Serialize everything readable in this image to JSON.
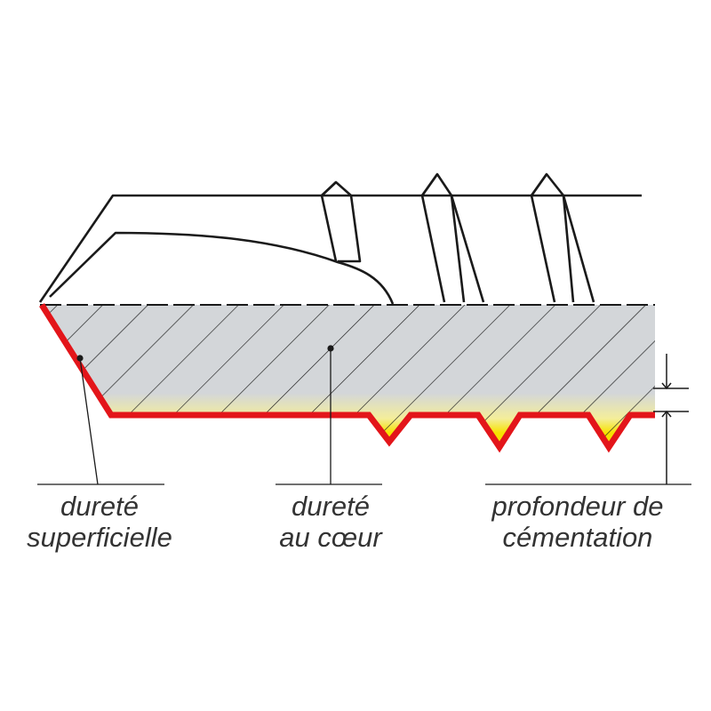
{
  "labels": {
    "surface_hardness": {
      "line1": "dureté",
      "line2": "superficielle"
    },
    "core_hardness": {
      "line1": "dureté",
      "line2": "au cœur"
    },
    "case_depth": {
      "line1": "profondeur de",
      "line2": "cémentation"
    }
  },
  "colors": {
    "outline": "#1a1a1a",
    "core_fill": "#d3d6d9",
    "hardened_layer": "#f6e200",
    "surface_edge": "#e3151a",
    "label_text": "#333333"
  }
}
